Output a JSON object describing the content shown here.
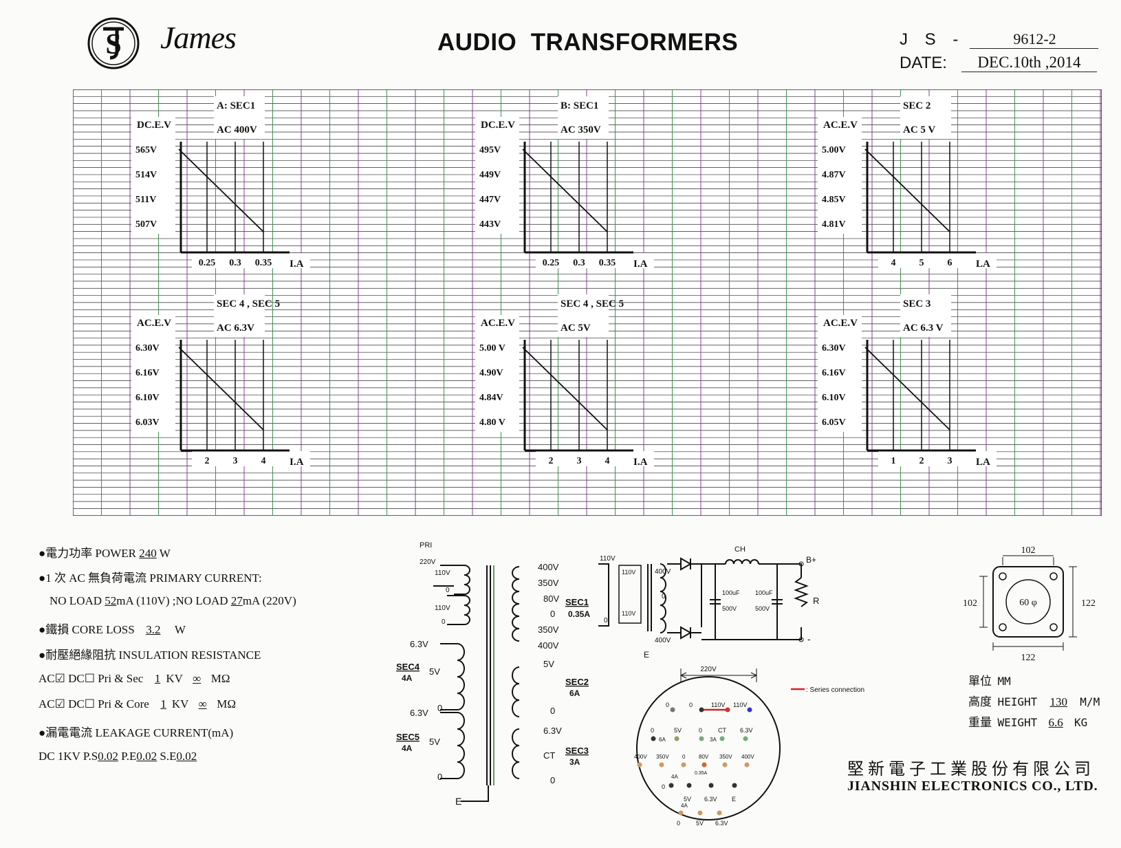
{
  "header": {
    "brand": "James",
    "logo_icon": "js-circle-logo",
    "title": "AUDIO  TRANSFORMERS",
    "doc_no_label": "J S -",
    "doc_no_value": "9612-2",
    "date_label": "DATE:",
    "date_value": "DEC.10th ,2014"
  },
  "charts": [
    {
      "id": "A",
      "title_line1": "A: SEC1",
      "title_line2": "AC 400V",
      "y_label": "DC.E.V",
      "y_ticks": [
        "565V",
        "514V",
        "511V",
        "507V"
      ],
      "x_ticks": [
        "0.25",
        "0.3",
        "0.35"
      ],
      "x_label": "I.A",
      "line": {
        "from": [
          0.2,
          565
        ],
        "to": [
          0.35,
          507
        ]
      }
    },
    {
      "id": "B",
      "title_line1": "B: SEC1",
      "title_line2": "AC 350V",
      "y_label": "DC.E.V",
      "y_ticks": [
        "495V",
        "449V",
        "447V",
        "443V"
      ],
      "x_ticks": [
        "0.25",
        "0.3",
        "0.35"
      ],
      "x_label": "I.A",
      "line": {
        "from": [
          0.2,
          495
        ],
        "to": [
          0.35,
          443
        ]
      }
    },
    {
      "id": "C",
      "title_line1": "SEC 2",
      "title_line2": "AC 5 V",
      "y_label": "AC.E.V",
      "y_ticks": [
        "5.00V",
        "4.87V",
        "4.85V",
        "4.81V"
      ],
      "x_ticks": [
        "4",
        "5",
        "6"
      ],
      "x_label": "LA",
      "line": {
        "from": [
          3,
          5.0
        ],
        "to": [
          6,
          4.81
        ]
      }
    },
    {
      "id": "D",
      "title_line1": "SEC 4 , SEC 5",
      "title_line2": "AC 6.3V",
      "y_label": "AC.E.V",
      "y_ticks": [
        "6.30V",
        "6.16V",
        "6.10V",
        "6.03V"
      ],
      "x_ticks": [
        "2",
        "3",
        "4"
      ],
      "x_label": "I.A",
      "line": {
        "from": [
          1,
          6.3
        ],
        "to": [
          4,
          6.03
        ]
      }
    },
    {
      "id": "E",
      "title_line1": "SEC 4 , SEC 5",
      "title_line2": "AC 5V",
      "y_label": "AC.E.V",
      "y_ticks": [
        "5.00 V",
        "4.90V",
        "4.84V",
        "4.80 V"
      ],
      "x_ticks": [
        "2",
        "3",
        "4"
      ],
      "x_label": "I.A",
      "line": {
        "from": [
          1,
          5.0
        ],
        "to": [
          4,
          4.8
        ]
      }
    },
    {
      "id": "F",
      "title_line1": "SEC 3",
      "title_line2": "AC 6.3 V",
      "y_label": "AC.E.V",
      "y_ticks": [
        "6.30V",
        "6.16V",
        "6.10V",
        "6.05V"
      ],
      "x_ticks": [
        "1",
        "2",
        "3"
      ],
      "x_label": "LA",
      "line": {
        "from": [
          0,
          6.3
        ],
        "to": [
          3,
          6.05
        ]
      }
    }
  ],
  "specs": {
    "power_prefix": "●電力功率  POWER",
    "power_value": "240",
    "power_unit": " W",
    "primary_label": "●1 次 AC 無負荷電流 PRIMARY CURRENT:",
    "noload_a_prefix": "NO LOAD",
    "noload_a_value": "52",
    "noload_a_suffix": "mA (110V) ;NO LOAD",
    "noload_b_value": "27",
    "noload_b_suffix": "mA (220V)",
    "core_loss_prefix": "●鐵損 CORE LOSS",
    "core_loss_value": "3.2",
    "core_loss_unit": "W",
    "insulation_label": "●耐壓絕緣阻抗  INSULATION RESISTANCE",
    "ins1_prefix": "AC☑ DC☐ Pri & Sec",
    "ins1_kv": "1",
    "ins1_mid": "KV",
    "ins1_ohm": "∞",
    "ins1_unit": "MΩ",
    "ins2_prefix": "AC☑ DC☐ Pri & Core",
    "ins2_kv": "1",
    "ins2_mid": "KV",
    "ins2_ohm": "∞",
    "ins2_unit": "MΩ",
    "leakage_label": "●漏電電流  LEAKAGE CURRENT(mA)",
    "leak_prefix": "DC 1KV",
    "leak_ps_label": "P.S",
    "leak_ps": "0.02",
    "leak_pe_label": "P.E",
    "leak_pe": "0.02",
    "leak_se_label": "S.E",
    "leak_se": "0.02"
  },
  "schematic": {
    "pri_label": "PRI",
    "pri_taps": [
      "220V",
      "110V",
      "0",
      "110V",
      "0"
    ],
    "sec1_taps": [
      "400V",
      "350V",
      "80V",
      "0",
      "350V",
      "400V"
    ],
    "sec1_label": "SEC1",
    "sec1_current": "0.35A",
    "sec2_taps": [
      "5V",
      "0"
    ],
    "sec2_label": "SEC2",
    "sec2_current": "6A",
    "sec3_taps": [
      "6.3V",
      "CT",
      "0"
    ],
    "sec3_label": "SEC3",
    "sec3_current": "3A",
    "sec4_taps": [
      "6.3V",
      "5V",
      "0"
    ],
    "sec4_label": "SEC4",
    "sec4_current": "4A",
    "sec5_taps": [
      "6.3V",
      "5V",
      "0"
    ],
    "sec5_label": "SEC5",
    "sec5_current": "4A",
    "e_label": "E"
  },
  "rectifier": {
    "in_110v": "110V",
    "in_zero": "0",
    "coil_110v_a": "110V",
    "coil_110v_b": "110V",
    "out_400v_top": "400V",
    "out_zero": "0",
    "out_400v_bottom": "400V",
    "e_label": "E",
    "choke": "CH",
    "cap1": "100uF",
    "cap1_v": "500V",
    "cap2": "100uF",
    "cap2_v": "500V",
    "b_plus": "B+",
    "minus": "-",
    "resistor": "R"
  },
  "socket": {
    "span_label": "220V",
    "legend": ": Series connection",
    "legend_color": "#d62020",
    "pins_row1": [
      "0",
      "0",
      "110V",
      "110V"
    ],
    "pins_row2": [
      "0",
      "5V",
      "0",
      "CT",
      "6.3V"
    ],
    "pins_row2_sub": [
      "6A",
      "3A"
    ],
    "pins_row3": [
      "400V",
      "350V",
      "0",
      "80V",
      "350V",
      "400V"
    ],
    "pins_row3_sub": "0.35A",
    "pins_row4": [
      "4A",
      "5V",
      "6.3V",
      "E"
    ],
    "pins_row4_pre": "0",
    "pins_row5": [
      "4A",
      "0",
      "5V",
      "6.3V"
    ]
  },
  "dimensions": {
    "top_width": "102",
    "left_height": "102",
    "right_height": "122",
    "bottom_width": "122",
    "hole": "60 φ"
  },
  "info": {
    "unit_label": "單位",
    "unit_value": "MM",
    "height_label_cn": "高度",
    "height_label_en": "HEIGHT",
    "height_value": "130",
    "height_unit": "M/M",
    "weight_label_cn": "重量",
    "weight_label_en": "WEIGHT",
    "weight_value": "6.6",
    "weight_unit": "KG"
  },
  "company": {
    "name_cn": "堅新電子工業股份有限公司",
    "name_en": "JIANSHIN ELECTRONICS CO., LTD."
  },
  "colors": {
    "grid_line": "#2a2a2a",
    "grid_violet": "#7a2a8a",
    "grid_green": "#2a8a3a",
    "paper": "#fbfbf9"
  }
}
